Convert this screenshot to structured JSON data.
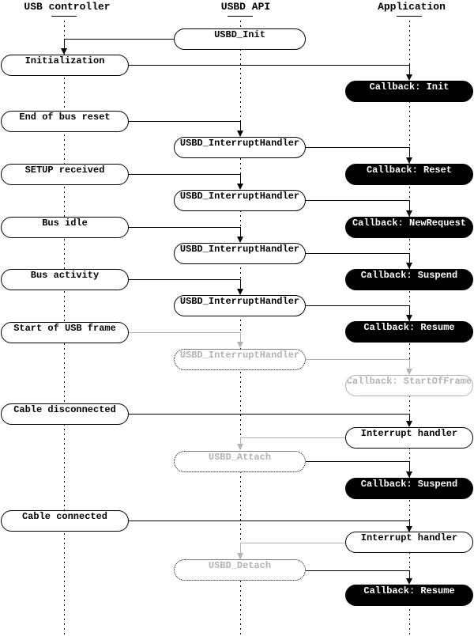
{
  "columns": [
    {
      "label": "USB controller"
    },
    {
      "label": "USBD API"
    },
    {
      "label": "Application"
    }
  ],
  "colors": {
    "active": "#000000",
    "inactive": "#b3b3b3",
    "callback_bg": "#000000",
    "callback_text": "#ffffff",
    "box_bg": "#ffffff"
  },
  "boxes": [
    {
      "label": "USBD_Init",
      "column": "USBD API",
      "kind": "api-call"
    },
    {
      "label": "Initialization",
      "column": "USB controller",
      "kind": "event"
    },
    {
      "label": "Callback: Init",
      "column": "Application",
      "kind": "callback"
    },
    {
      "label": "End of bus reset",
      "column": "USB controller",
      "kind": "event"
    },
    {
      "label": "USBD_InterruptHandler",
      "column": "USBD API",
      "kind": "api-call"
    },
    {
      "label": "SETUP received",
      "column": "USB controller",
      "kind": "event"
    },
    {
      "label": "Callback: Reset",
      "column": "Application",
      "kind": "callback"
    },
    {
      "label": "USBD_InterruptHandler",
      "column": "USBD API",
      "kind": "api-call"
    },
    {
      "label": "Bus idle",
      "column": "USB controller",
      "kind": "event"
    },
    {
      "label": "Callback: NewRequest",
      "column": "Application",
      "kind": "callback"
    },
    {
      "label": "USBD_InterruptHandler",
      "column": "USBD API",
      "kind": "api-call"
    },
    {
      "label": "Bus activity",
      "column": "USB controller",
      "kind": "event"
    },
    {
      "label": "Callback: Suspend",
      "column": "Application",
      "kind": "callback"
    },
    {
      "label": "USBD_InterruptHandler",
      "column": "USBD API",
      "kind": "api-call"
    },
    {
      "label": "Start of USB frame",
      "column": "USB controller",
      "kind": "event"
    },
    {
      "label": "Callback: Resume",
      "column": "Application",
      "kind": "callback"
    },
    {
      "label": "USBD_InterruptHandler",
      "column": "USBD API",
      "kind": "api-call-inactive"
    },
    {
      "label": "Callback: StartOfFrame",
      "column": "Application",
      "kind": "callback-inactive"
    },
    {
      "label": "Cable disconnected",
      "column": "USB controller",
      "kind": "event"
    },
    {
      "label": "Interrupt handler",
      "column": "Application",
      "kind": "handler"
    },
    {
      "label": "USBD_Attach",
      "column": "USBD API",
      "kind": "api-call-inactive"
    },
    {
      "label": "Callback: Suspend",
      "column": "Application",
      "kind": "callback"
    },
    {
      "label": "Cable connected",
      "column": "USB controller",
      "kind": "event"
    },
    {
      "label": "Interrupt handler",
      "column": "Application",
      "kind": "handler"
    },
    {
      "label": "USBD_Detach",
      "column": "USBD API",
      "kind": "api-call-inactive"
    },
    {
      "label": "Callback: Resume",
      "column": "Application",
      "kind": "callback"
    }
  ]
}
